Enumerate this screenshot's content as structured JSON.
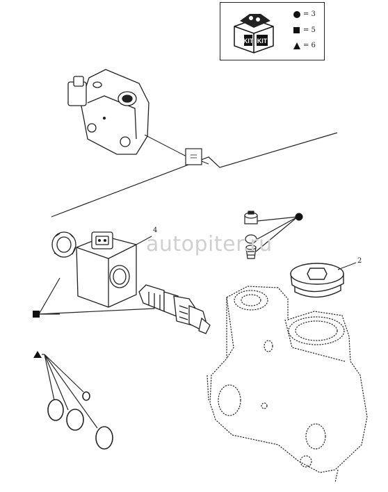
{
  "kit": {
    "label_left": "KIT",
    "label_right": "KIT",
    "rows": [
      {
        "symbol": "circle-icon",
        "text": "= 3"
      },
      {
        "symbol": "square-icon",
        "text": "= 5"
      },
      {
        "symbol": "triangle-icon",
        "text": "= 6"
      }
    ]
  },
  "callouts": {
    "item_4": "4",
    "item_2": "2"
  },
  "watermark": "autopiter.ru",
  "colors": {
    "line": "#222222",
    "marker": "#111111",
    "watermark": "#d0d0d0"
  }
}
